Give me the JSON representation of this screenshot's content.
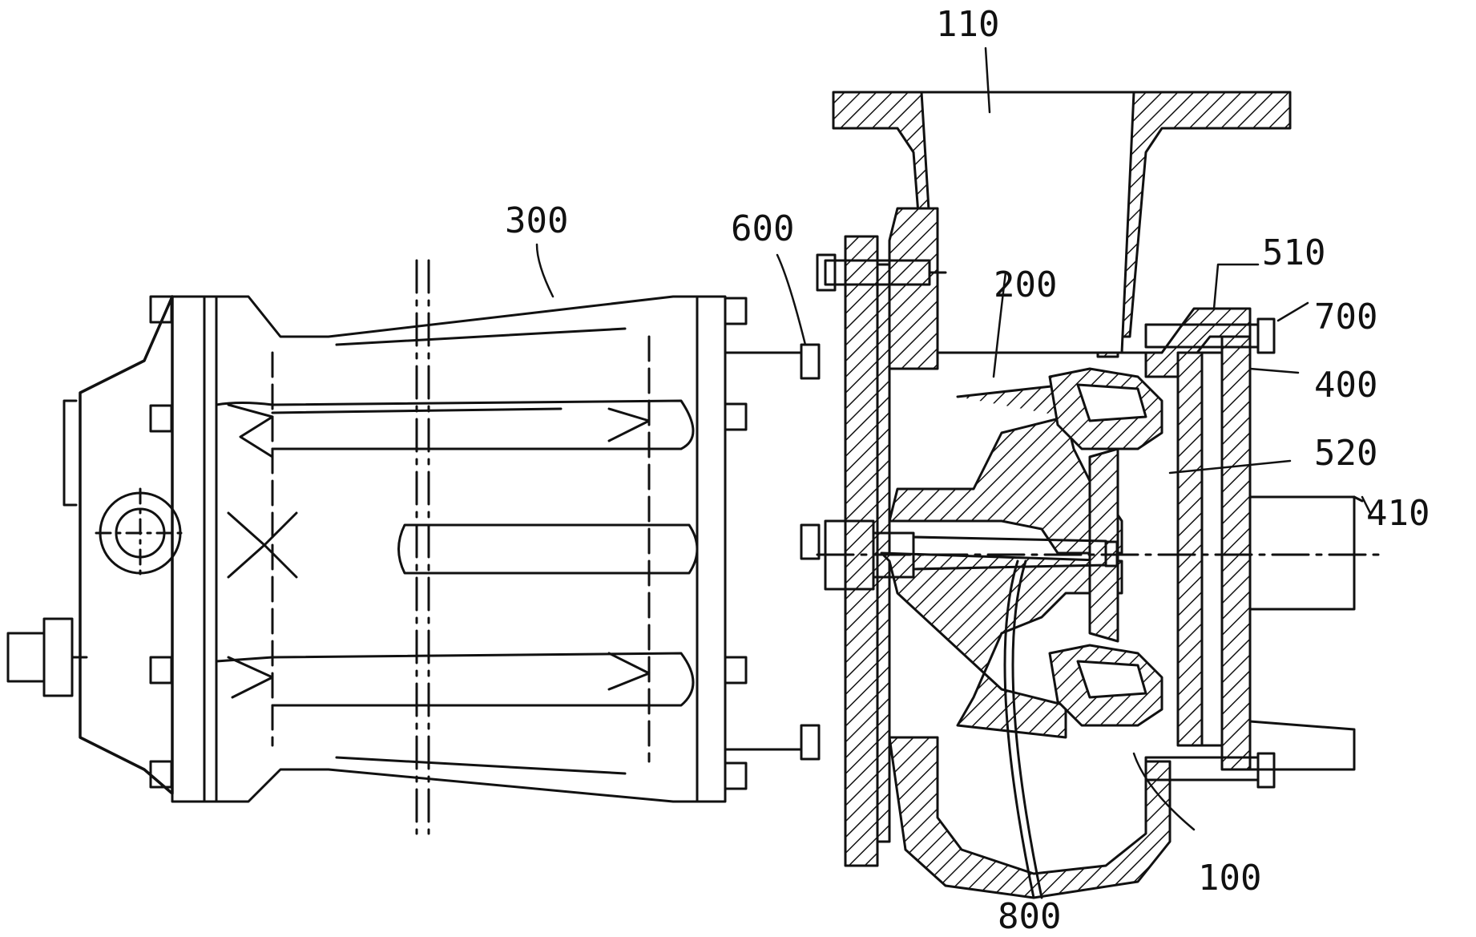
{
  "labels": {
    "l110": "110",
    "l300": "300",
    "l600": "600",
    "l200": "200",
    "l510": "510",
    "l700": "700",
    "l400": "400",
    "l520": "520",
    "l410": "410",
    "l100": "100",
    "l800": "800"
  },
  "colors": {
    "line": "#111111",
    "background": "#ffffff"
  }
}
